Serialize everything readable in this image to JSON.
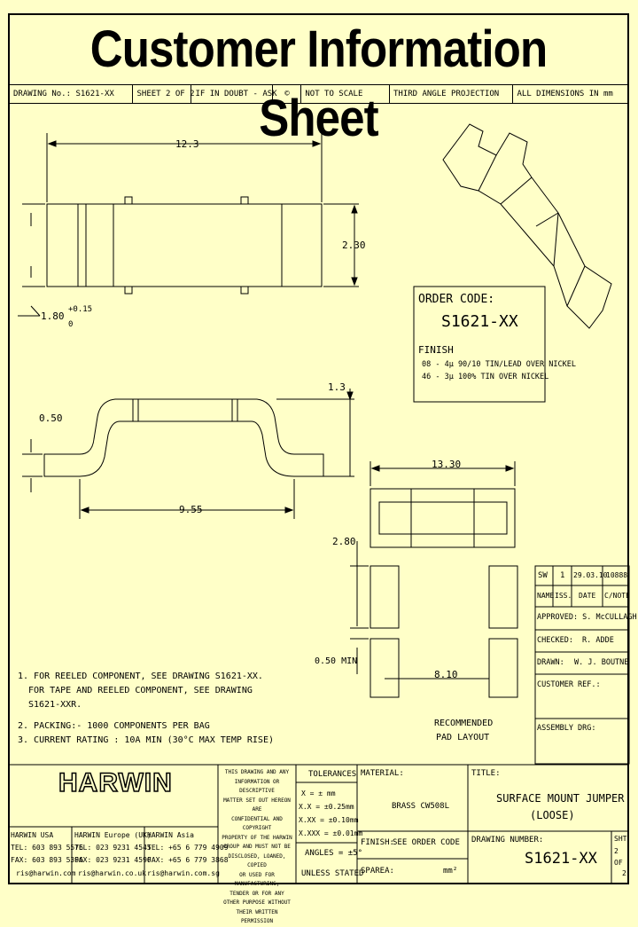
{
  "title": "Customer Information Sheet",
  "header": {
    "drawing_no": "DRAWING No.: S1621-XX",
    "sheet": "SHEET 2 OF 2",
    "doubt": "IF IN DOUBT - ASK",
    "scale": "NOT TO SCALE",
    "projection": "THIRD ANGLE PROJECTION",
    "units": "ALL DIMENSIONS IN mm"
  },
  "dims": {
    "length": "12.3",
    "height": "2.30",
    "tab": "1.80",
    "tol_plus": "+0.15",
    "tol_zero": "0",
    "thick": "0.50",
    "rise": "1.3",
    "span": "9.55",
    "pad_width": "13.30",
    "pad_height": "2.80",
    "pad_gap": "0.50 MIN",
    "pad_pitch": "8.10"
  },
  "order": {
    "label": "ORDER CODE:",
    "code": "S1621-XX",
    "finish_label": "FINISH",
    "finish_1": "08 - 4μ 90/10 TIN/LEAD OVER NICKEL",
    "finish_2": "46 - 3μ 100% TIN OVER NICKEL"
  },
  "notes": {
    "n1a": "1. FOR REELED COMPONENT, SEE DRAWING S1621-XX.",
    "n1b": "FOR TAPE AND REELED COMPONENT, SEE DRAWING",
    "n1c": "S1621-XXR.",
    "n2": "2. PACKING:- 1000 COMPONENTS PER BAG",
    "n3": "3. CURRENT RATING : 10A MIN (30°C MAX TEMP RISE)"
  },
  "pad_caption_1": "RECOMMENDED",
  "pad_caption_2": "PAD LAYOUT",
  "revision": {
    "rev": "SW",
    "iss": "1",
    "date": "29.03.10",
    "cn": "10888",
    "h_name": "NAME",
    "h_iss": "ISS.",
    "h_date": "DATE",
    "h_cn": "C/NOTE",
    "approved": "APPROVED: S. McCULLAGH",
    "checked_label": "CHECKED:",
    "checked": "R. ADDE",
    "drawn_label": "DRAWN:",
    "drawn": "W. J. BOUTNE",
    "customer": "CUSTOMER REF.:",
    "assembly": "ASSEMBLY DRG:"
  },
  "company": {
    "logo": "HARWIN",
    "usa": "HARWIN USA",
    "europe": "HARWIN Europe (UK)",
    "asia": "HARWIN Asia",
    "usa_tel": "TEL: 603 893 5576",
    "usa_fax": "FAX: 603 893 5396",
    "usa_mail": "ris@harwin.com",
    "eu_tel": "TEL: 023 9231 4545",
    "eu_fax": "FAX: 023 9231 4590",
    "eu_mail": "ris@harwin.co.uk",
    "as_tel": "TEL: +65 6 779 4909",
    "as_fax": "FAX: +65 6 779 3868",
    "as_mail": "ris@harwin.com.sg"
  },
  "copyright": [
    "THIS DRAWING AND ANY",
    "INFORMATION OR DESCRIPTIVE",
    "MATTER SET OUT HEREON ARE",
    "CONFIDENTIAL AND COPYRIGHT",
    "PROPERTY OF THE HARWIN",
    "GROUP AND MUST NOT BE",
    "DISCLOSED, LOANED, COPIED",
    "OR USED FOR MANUFACTURING,",
    "TENDER OR FOR ANY",
    "OTHER PURPOSE WITHOUT",
    "THEIR WRITTEN PERMISSION"
  ],
  "tolerances": {
    "title": "TOLERANCES",
    "r1": "X = ± mm",
    "r2": "X.X = ±0.25mm",
    "r3": "X.XX = ±0.10mm",
    "r4": "X.XXX = ±0.01mm",
    "angles": "ANGLES = ±5°",
    "unless": "UNLESS STATED"
  },
  "material_label": "MATERIAL:",
  "material": "BRASS CW508L",
  "finish_label": "FINISH:",
  "finish": "SEE ORDER CODE",
  "sparea_label": "SPAREA:",
  "sparea_unit": "mm²",
  "title_label": "TITLE:",
  "part_title_1": "SURFACE MOUNT JUMPER",
  "part_title_2": "(LOOSE)",
  "drawing_number_label": "DRAWING NUMBER:",
  "drawing_number": "S1621-XX",
  "sht_label": "SHT",
  "sht_1": "2",
  "sht_of": "OF",
  "sht_2": "2"
}
